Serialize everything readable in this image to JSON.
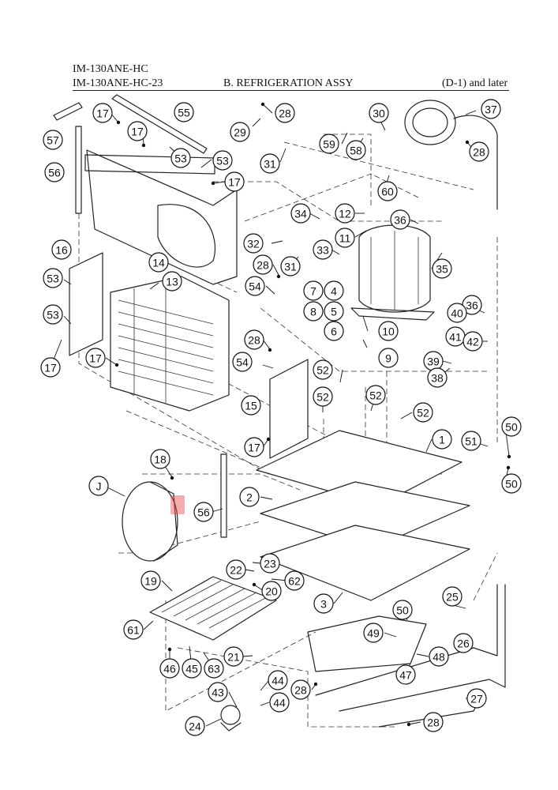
{
  "header": {
    "model_1": "IM-130ANE-HC",
    "model_2": "IM-130ANE-HC-23",
    "title": "B. REFRIGERATION ASSY",
    "range": "(D-1) and later"
  },
  "callouts": [
    "57",
    "17",
    "55",
    "17",
    "53",
    "53",
    "17",
    "56",
    "28",
    "29",
    "30",
    "37",
    "59",
    "58",
    "31",
    "28",
    "60",
    "12",
    "36",
    "34",
    "11",
    "32",
    "33",
    "35",
    "28",
    "31",
    "7",
    "4",
    "54",
    "8",
    "5",
    "36",
    "40",
    "6",
    "16",
    "13",
    "14",
    "53",
    "53",
    "41",
    "42",
    "10",
    "28",
    "9",
    "39",
    "17",
    "17",
    "54",
    "52",
    "38",
    "15",
    "52",
    "52",
    "52",
    "17",
    "1",
    "50",
    "51",
    "50",
    "18",
    "J",
    "56",
    "2",
    "22",
    "23",
    "19",
    "62",
    "20",
    "3",
    "25",
    "50",
    "61",
    "49",
    "26",
    "48",
    "47",
    "21",
    "46",
    "45",
    "63",
    "44",
    "43",
    "28",
    "27",
    "44",
    "24",
    "28"
  ]
}
